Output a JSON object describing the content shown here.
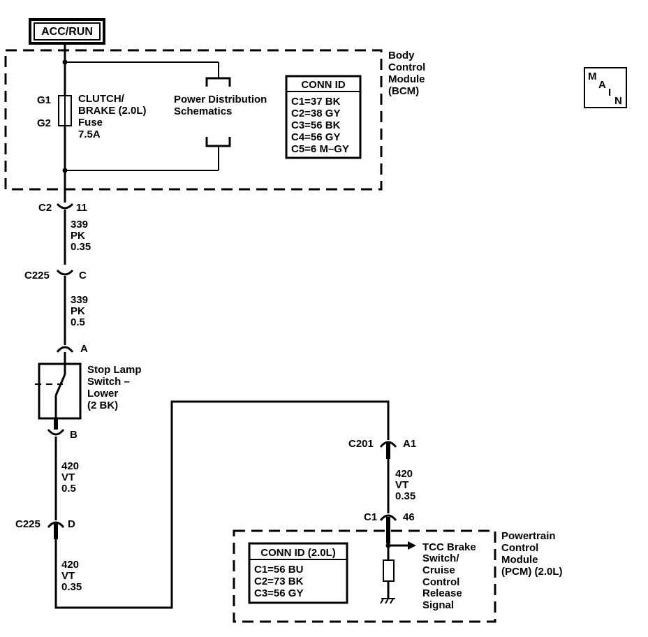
{
  "power_label": "ACC/RUN",
  "bcm": {
    "name_lines": [
      "Body",
      "Control",
      "Module",
      "(BCM)"
    ],
    "fuse_terminals": [
      "G1",
      "G2"
    ],
    "fuse_lines": [
      "CLUTCH/",
      "BRAKE (2.0L)",
      "Fuse",
      "7.5A"
    ],
    "power_dist_lines": [
      "Power Distribution",
      "Schematics"
    ],
    "conn_table": {
      "title": "CONN ID",
      "rows": [
        "C1=37 BK",
        "C2=38 GY",
        "C3=56 BK",
        "C4=56 GY",
        "C5=6 M–GY"
      ]
    }
  },
  "main_block": {
    "letters": [
      "M",
      "A",
      "I",
      "N"
    ]
  },
  "connectors": {
    "c2": {
      "id": "C2",
      "pin": "11"
    },
    "c225_c": {
      "id": "C225",
      "pin": "C"
    },
    "switch_a": {
      "pin": "A"
    },
    "switch_b": {
      "pin": "B"
    },
    "c225_d": {
      "id": "C225",
      "pin": "D"
    },
    "c201": {
      "id": "C201",
      "pin": "A1"
    },
    "pcm_c1": {
      "id": "C1",
      "pin": "46"
    }
  },
  "wires": {
    "w1": [
      "339",
      "PK",
      "0.35"
    ],
    "w2": [
      "339",
      "PK",
      "0.5"
    ],
    "w3": [
      "420",
      "VT",
      "0.5"
    ],
    "w4": [
      "420",
      "VT",
      "0.35"
    ],
    "w5": [
      "420",
      "VT",
      "0.35"
    ]
  },
  "stop_lamp_switch": {
    "lines": [
      "Stop Lamp",
      "Switch –",
      "Lower",
      "(2 BK)"
    ]
  },
  "pcm": {
    "name_lines": [
      "Powertrain",
      "Control",
      "Module",
      "(PCM)  (2.0L)"
    ],
    "signal_lines": [
      "TCC Brake",
      "Switch/",
      "Cruise",
      "Control",
      "Release",
      "Signal"
    ],
    "conn_table": {
      "title": "CONN ID (2.0L)",
      "rows": [
        "C1=56 BU",
        "C2=73 BK",
        "C3=56 GY"
      ]
    }
  }
}
